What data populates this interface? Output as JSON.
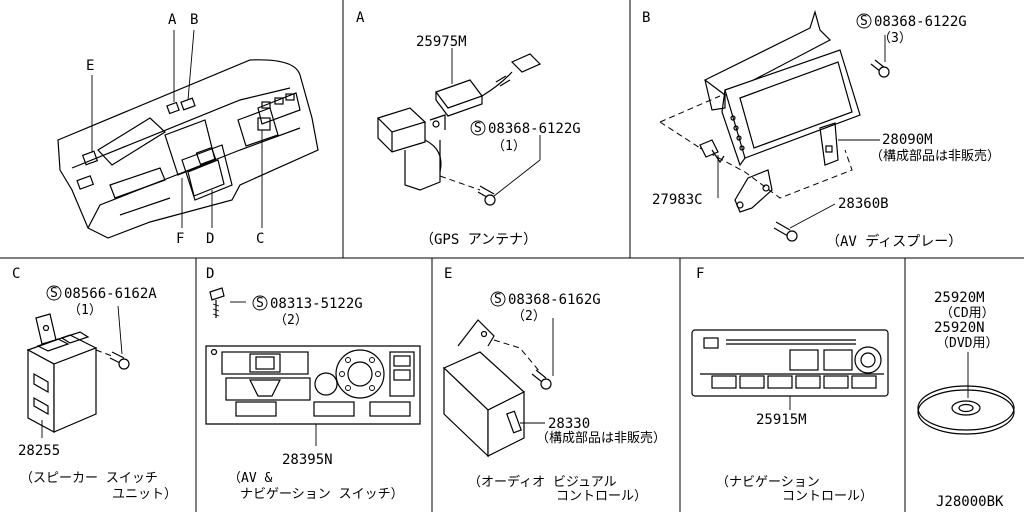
{
  "diagram_id": "J28000BK",
  "panels": {
    "overview": {
      "callouts": [
        "A",
        "B",
        "E",
        "F",
        "D",
        "C"
      ]
    },
    "a": {
      "letter": "A",
      "part1": "25975M",
      "part2_circle": "S",
      "part2": "08368-6122G",
      "part2_qty": "（1）",
      "caption": "（GPS アンテナ）"
    },
    "b": {
      "letter": "B",
      "part1_circle": "S",
      "part1": "08368-6122G",
      "part1_qty": "（3）",
      "part2": "28090M",
      "part2_note": "（構成部品は非販売）",
      "part3": "27983C",
      "part4": "28360B",
      "caption": "（AV ディスプレー）"
    },
    "c": {
      "letter": "C",
      "part1_circle": "S",
      "part1": "08566-6162A",
      "part1_qty": "（1）",
      "part2": "28255",
      "caption_line1": "（スピーカー スイッチ",
      "caption_line2": "ユニット）"
    },
    "d": {
      "letter": "D",
      "part1_circle": "S",
      "part1": "08313-5122G",
      "part1_qty": "（2）",
      "part2": "28395N",
      "caption_line1": "（AV &",
      "caption_line2": "ナビゲーション スイッチ）"
    },
    "e": {
      "letter": "E",
      "part1_circle": "S",
      "part1": "08368-6162G",
      "part1_qty": "（2）",
      "part2": "28330",
      "part2_note": "（構成部品は非販売）",
      "caption_line1": "（オーディオ ビジュアル",
      "caption_line2": "コントロール）"
    },
    "f": {
      "letter": "F",
      "part1": "25915M",
      "caption_line1": "（ナビゲーション",
      "caption_line2": "コントロール）"
    },
    "g": {
      "part1": "25920M",
      "part1_note": "（CD用）",
      "part2": "25920N",
      "part2_note": "（DVD用）"
    }
  }
}
